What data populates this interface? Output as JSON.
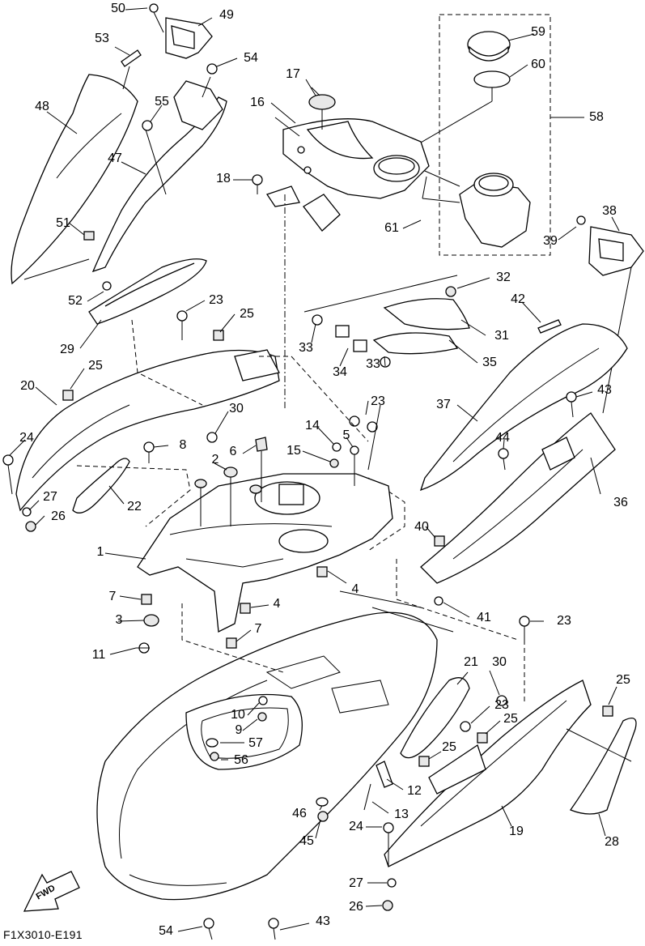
{
  "diagram_code": "F1X3010-E191",
  "fwd_label": "FWD",
  "callouts": [
    {
      "id": "c50",
      "text": "50"
    },
    {
      "id": "c49",
      "text": "49"
    },
    {
      "id": "c53",
      "text": "53"
    },
    {
      "id": "c54a",
      "text": "54"
    },
    {
      "id": "c48",
      "text": "48"
    },
    {
      "id": "c55",
      "text": "55"
    },
    {
      "id": "c47",
      "text": "47"
    },
    {
      "id": "c51",
      "text": "51"
    },
    {
      "id": "c52",
      "text": "52"
    },
    {
      "id": "c17",
      "text": "17"
    },
    {
      "id": "c16",
      "text": "16"
    },
    {
      "id": "c18",
      "text": "18"
    },
    {
      "id": "c59",
      "text": "59"
    },
    {
      "id": "c60",
      "text": "60"
    },
    {
      "id": "c58",
      "text": "58"
    },
    {
      "id": "c61",
      "text": "61"
    },
    {
      "id": "c39",
      "text": "39"
    },
    {
      "id": "c38",
      "text": "38"
    },
    {
      "id": "c32",
      "text": "32"
    },
    {
      "id": "c42",
      "text": "42"
    },
    {
      "id": "c31",
      "text": "31"
    },
    {
      "id": "c33a",
      "text": "33"
    },
    {
      "id": "c34",
      "text": "34"
    },
    {
      "id": "c33b",
      "text": "33"
    },
    {
      "id": "c35",
      "text": "35"
    },
    {
      "id": "c23a",
      "text": "23"
    },
    {
      "id": "c25a",
      "text": "25"
    },
    {
      "id": "c29",
      "text": "29"
    },
    {
      "id": "c25b",
      "text": "25"
    },
    {
      "id": "c20",
      "text": "20"
    },
    {
      "id": "c30a",
      "text": "30"
    },
    {
      "id": "c23b",
      "text": "23"
    },
    {
      "id": "c43a",
      "text": "43"
    },
    {
      "id": "c37",
      "text": "37"
    },
    {
      "id": "c14",
      "text": "14"
    },
    {
      "id": "c5",
      "text": "5"
    },
    {
      "id": "c15",
      "text": "15"
    },
    {
      "id": "c44",
      "text": "44"
    },
    {
      "id": "c24a",
      "text": "24"
    },
    {
      "id": "c8",
      "text": "8"
    },
    {
      "id": "c6",
      "text": "6"
    },
    {
      "id": "c2",
      "text": "2"
    },
    {
      "id": "c36",
      "text": "36"
    },
    {
      "id": "c27a",
      "text": "27"
    },
    {
      "id": "c26a",
      "text": "26"
    },
    {
      "id": "c22",
      "text": "22"
    },
    {
      "id": "c40",
      "text": "40"
    },
    {
      "id": "c1",
      "text": "1"
    },
    {
      "id": "c4a",
      "text": "4"
    },
    {
      "id": "c7a",
      "text": "7"
    },
    {
      "id": "c4b",
      "text": "4"
    },
    {
      "id": "c41",
      "text": "41"
    },
    {
      "id": "c3",
      "text": "3"
    },
    {
      "id": "c7b",
      "text": "7"
    },
    {
      "id": "c23c",
      "text": "23"
    },
    {
      "id": "c11",
      "text": "11"
    },
    {
      "id": "c21",
      "text": "21"
    },
    {
      "id": "c30b",
      "text": "30"
    },
    {
      "id": "c25c",
      "text": "25"
    },
    {
      "id": "c10",
      "text": "10"
    },
    {
      "id": "c23d",
      "text": "23"
    },
    {
      "id": "c9",
      "text": "9"
    },
    {
      "id": "c25d",
      "text": "25"
    },
    {
      "id": "c57",
      "text": "57"
    },
    {
      "id": "c25e",
      "text": "25"
    },
    {
      "id": "c56",
      "text": "56"
    },
    {
      "id": "c12",
      "text": "12"
    },
    {
      "id": "c13",
      "text": "13"
    },
    {
      "id": "c46",
      "text": "46"
    },
    {
      "id": "c19",
      "text": "19"
    },
    {
      "id": "c28",
      "text": "28"
    },
    {
      "id": "c45",
      "text": "45"
    },
    {
      "id": "c24b",
      "text": "24"
    },
    {
      "id": "c27b",
      "text": "27"
    },
    {
      "id": "c26b",
      "text": "26"
    },
    {
      "id": "c54b",
      "text": "54"
    },
    {
      "id": "c43b",
      "text": "43"
    }
  ]
}
